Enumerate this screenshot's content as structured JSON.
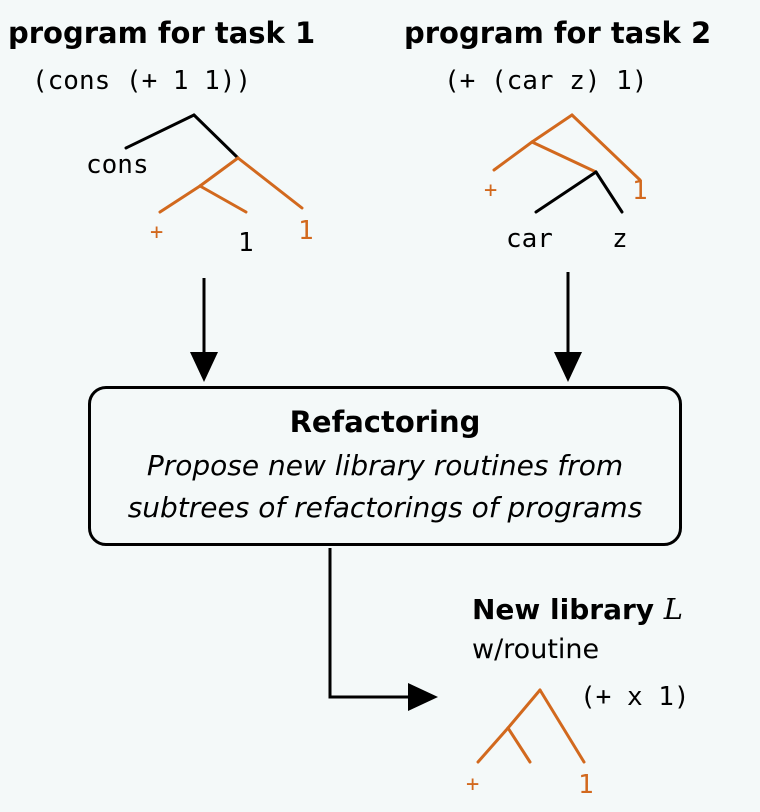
{
  "task1": {
    "title": "program for task 1",
    "program": "(cons (+ 1 1))",
    "labels": {
      "cons": "cons",
      "plus": "+",
      "one_black": "1",
      "one_orange": "1"
    }
  },
  "task2": {
    "title": "program for task 2",
    "program": "(+ (car z) 1)",
    "labels": {
      "plus": "+",
      "one_orange": "1",
      "car": "car",
      "z": "z"
    }
  },
  "refactoring": {
    "title": "Refactoring",
    "line1": "Propose new library routines from",
    "line2": "subtrees of refactorings of programs"
  },
  "library": {
    "title": "New library",
    "var": "L",
    "subtitle": "w/routine",
    "routine": "(+ x 1)",
    "labels": {
      "plus": "+",
      "one": "1"
    }
  },
  "colors": {
    "accent": "#d2691e",
    "background": "#f4f9f9",
    "ink": "#000000"
  }
}
